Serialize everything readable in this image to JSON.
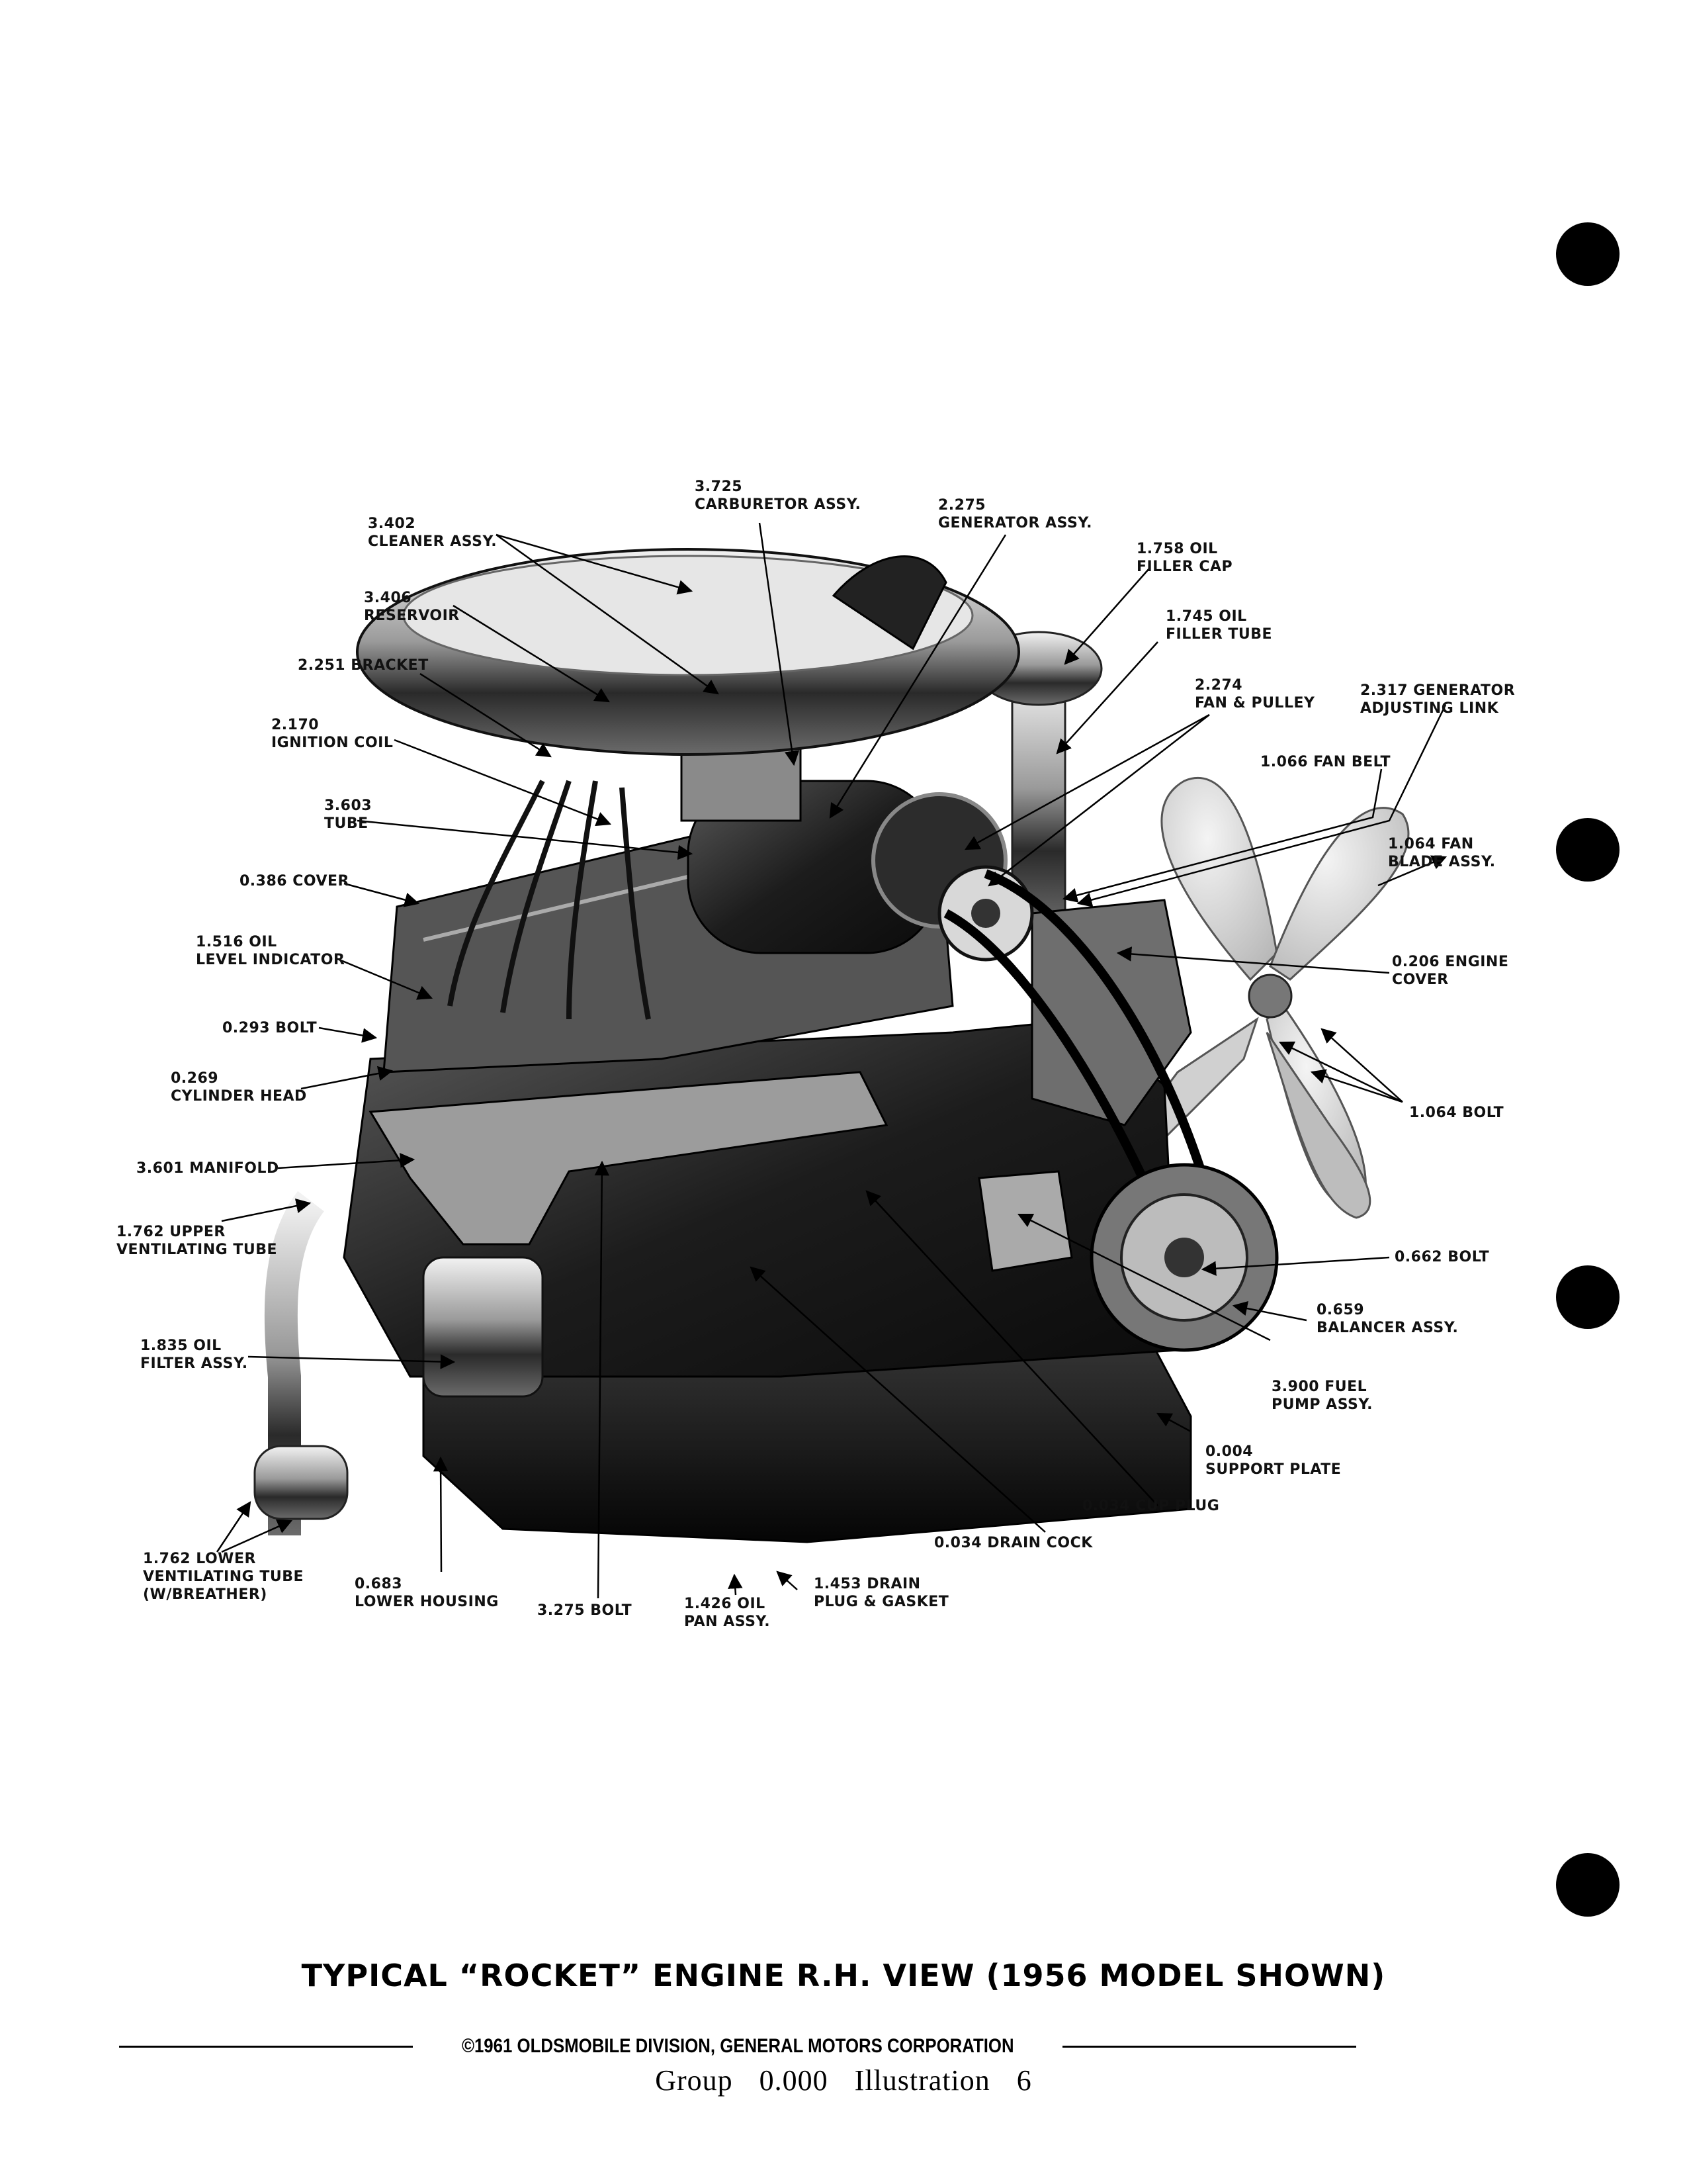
{
  "labels": [
    {
      "id": "carburetor",
      "text": "3.725\nCARBURETOR ASSY."
    },
    {
      "id": "cleaner",
      "text": "3.402\nCLEANER ASSY."
    },
    {
      "id": "generator",
      "text": "2.275\nGENERATOR ASSY."
    },
    {
      "id": "oil-filler-cap",
      "text": "1.758 OIL\nFILLER CAP"
    },
    {
      "id": "reservoir",
      "text": "3.406\nRESERVOIR"
    },
    {
      "id": "oil-filler-tube",
      "text": "1.745 OIL\nFILLER TUBE"
    },
    {
      "id": "bracket",
      "text": "2.251 BRACKET"
    },
    {
      "id": "fan-pulley",
      "text": "2.274\nFAN & PULLEY"
    },
    {
      "id": "generator-link",
      "text": "2.317 GENERATOR\nADJUSTING LINK"
    },
    {
      "id": "ignition-coil",
      "text": "2.170\nIGNITION COIL"
    },
    {
      "id": "fan-belt",
      "text": "1.066 FAN BELT"
    },
    {
      "id": "tube",
      "text": "3.603\nTUBE"
    },
    {
      "id": "fan-blade",
      "text": "1.064 FAN\nBLADE ASSY."
    },
    {
      "id": "cover",
      "text": "0.386 COVER"
    },
    {
      "id": "oil-level",
      "text": "1.516 OIL\nLEVEL INDICATOR"
    },
    {
      "id": "engine-cover",
      "text": "0.206 ENGINE\nCOVER"
    },
    {
      "id": "bolt-293",
      "text": "0.293 BOLT"
    },
    {
      "id": "cylinder-head",
      "text": "0.269\nCYLINDER HEAD"
    },
    {
      "id": "bolt-1064",
      "text": "1.064 BOLT"
    },
    {
      "id": "manifold",
      "text": "3.601 MANIFOLD"
    },
    {
      "id": "upper-vent",
      "text": "1.762 UPPER\nVENTILATING TUBE"
    },
    {
      "id": "bolt-662",
      "text": "0.662 BOLT"
    },
    {
      "id": "balancer",
      "text": "0.659\nBALANCER ASSY."
    },
    {
      "id": "oil-filter",
      "text": "1.835 OIL\nFILTER ASSY."
    },
    {
      "id": "fuel-pump",
      "text": "3.900 FUEL\nPUMP ASSY."
    },
    {
      "id": "support-plate",
      "text": "0.004\nSUPPORT PLATE"
    },
    {
      "id": "cup-plug",
      "text": "0.034 CUP PLUG"
    },
    {
      "id": "drain-cock",
      "text": "0.034 DRAIN COCK"
    },
    {
      "id": "lower-vent",
      "text": "1.762 LOWER\nVENTILATING TUBE\n(W/BREATHER)"
    },
    {
      "id": "lower-housing",
      "text": "0.683\nLOWER HOUSING"
    },
    {
      "id": "bolt-3275",
      "text": "3.275 BOLT"
    },
    {
      "id": "oil-pan",
      "text": "1.426 OIL\nPAN ASSY."
    },
    {
      "id": "drain-plug",
      "text": "1.453 DRAIN\nPLUG & GASKET"
    }
  ],
  "caption": "TYPICAL “ROCKET” ENGINE R.H. VIEW (1956 MODEL SHOWN)",
  "footer": {
    "copyright": "©1961 OLDSMOBILE DIVISION, GENERAL MOTORS CORPORATION",
    "group_label": "Group",
    "group_number": "0.000",
    "illustration_label": "Illustration",
    "illustration_number": "6"
  }
}
